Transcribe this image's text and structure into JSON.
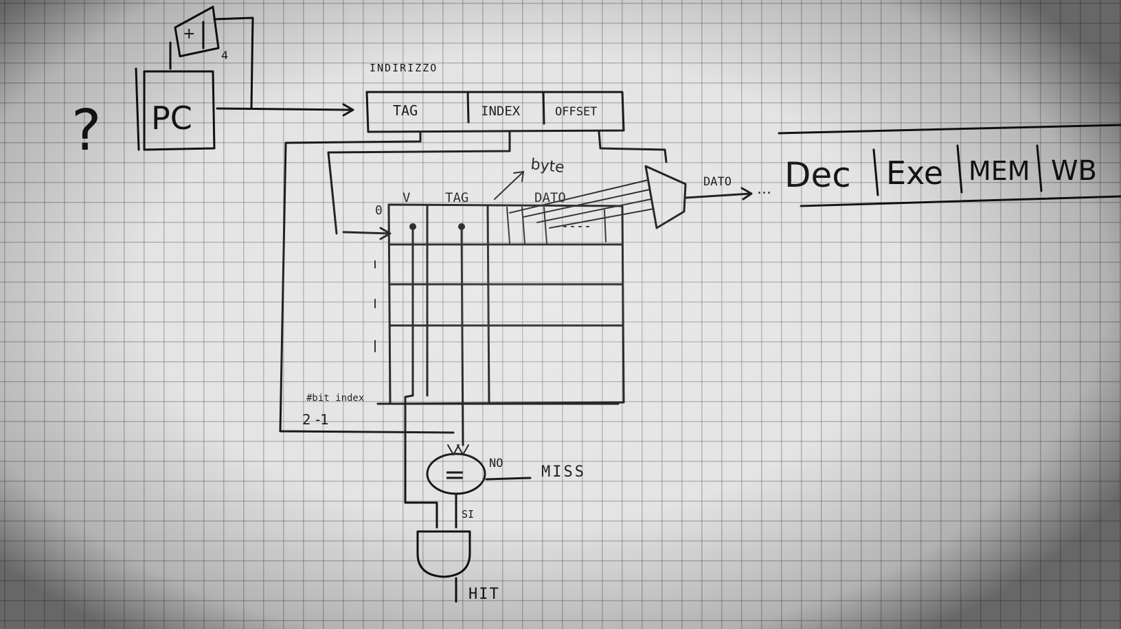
{
  "pc": {
    "label": "PC",
    "question_mark": "?",
    "adder_increment": "4"
  },
  "address": {
    "title": "INDIRIZZO",
    "fields": [
      "TAG",
      "INDEX",
      "OFFSET"
    ]
  },
  "cache": {
    "row_zero": "0",
    "columns": [
      "V",
      "TAG",
      "DATO"
    ],
    "byte_label": "byte",
    "last_row_label_line1": "#bit index",
    "last_row_label_line2": "2 -1"
  },
  "mux": {
    "output_label": "DATO"
  },
  "pipeline": {
    "ellipsis": "...",
    "stages": [
      "Dec",
      "Exe",
      "MEM",
      "WB"
    ]
  },
  "comparator": {
    "symbol": "=",
    "no_label": "NO",
    "miss_label": "MISS",
    "yes_label": "SI"
  },
  "and_gate": {
    "output_label": "HIT"
  }
}
